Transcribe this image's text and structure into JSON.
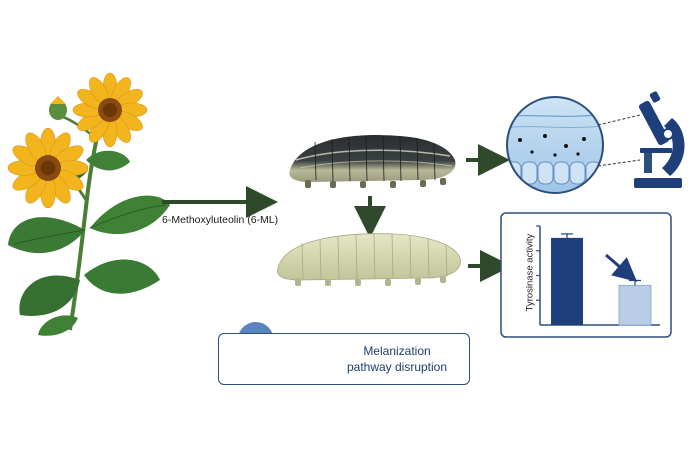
{
  "compound_label": "6-Methoxyluteolin (6-ML)",
  "melanization": {
    "line1": "Melanization",
    "line2": "pathway disruption"
  },
  "chart_data": {
    "type": "bar",
    "categories": [
      "",
      ""
    ],
    "values": [
      0.88,
      0.4
    ],
    "errors": [
      0.04,
      0.05
    ],
    "ylabel": "Tyrosinase activity",
    "ylim": [
      0,
      1
    ],
    "colors": [
      "#1f3f7a",
      "#b9cde6"
    ],
    "annotations": [
      "down-arrow"
    ]
  },
  "colors": {
    "arrow": "#2e4a2b",
    "frame": "#2c4f7c",
    "petal": "#f2b51e",
    "leaf": "#3b7a34"
  },
  "icons": [
    "sunflower-plant",
    "dark-larva",
    "pale-larva",
    "microscope-icon",
    "tissue-cells",
    "enzyme-pacman-icon"
  ]
}
